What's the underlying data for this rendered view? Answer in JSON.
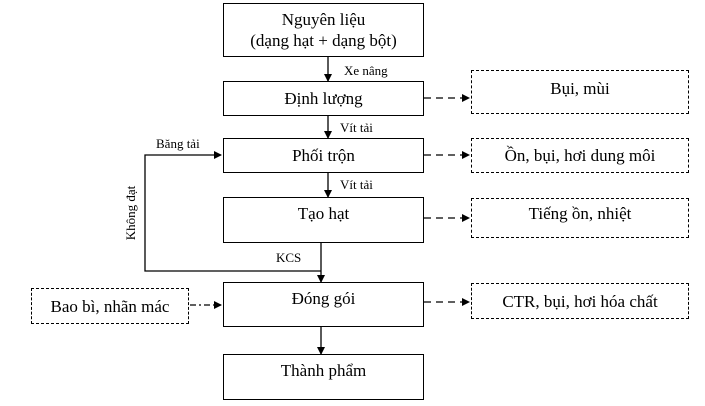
{
  "nodes": {
    "nguyen_lieu": {
      "line1": "Nguyên liệu",
      "line2": "(dạng hạt + dạng bột)"
    },
    "dinh_luong": "Định lượng",
    "phoi_tron": "Phối trộn",
    "tao_hat": "Tạo hạt",
    "dong_goi": "Đóng gói",
    "thanh_pham": "Thành phẩm"
  },
  "emissions": {
    "dinh_luong": "Bụi, mùi",
    "phoi_tron": "Ồn, bụi, hơi dung môi",
    "tao_hat": "Tiếng ồn, nhiệt",
    "dong_goi": "CTR, bụi, hơi hóa chất"
  },
  "inputs": {
    "bao_bi": "Bao bì, nhãn mác"
  },
  "edge_labels": {
    "xe_nang": "Xe nâng",
    "vit_tai_1": "Vít tải",
    "vit_tai_2": "Vít tải",
    "bang_tai": "Băng tải",
    "khong_dat": "Không đạt",
    "kcs": "KCS"
  }
}
